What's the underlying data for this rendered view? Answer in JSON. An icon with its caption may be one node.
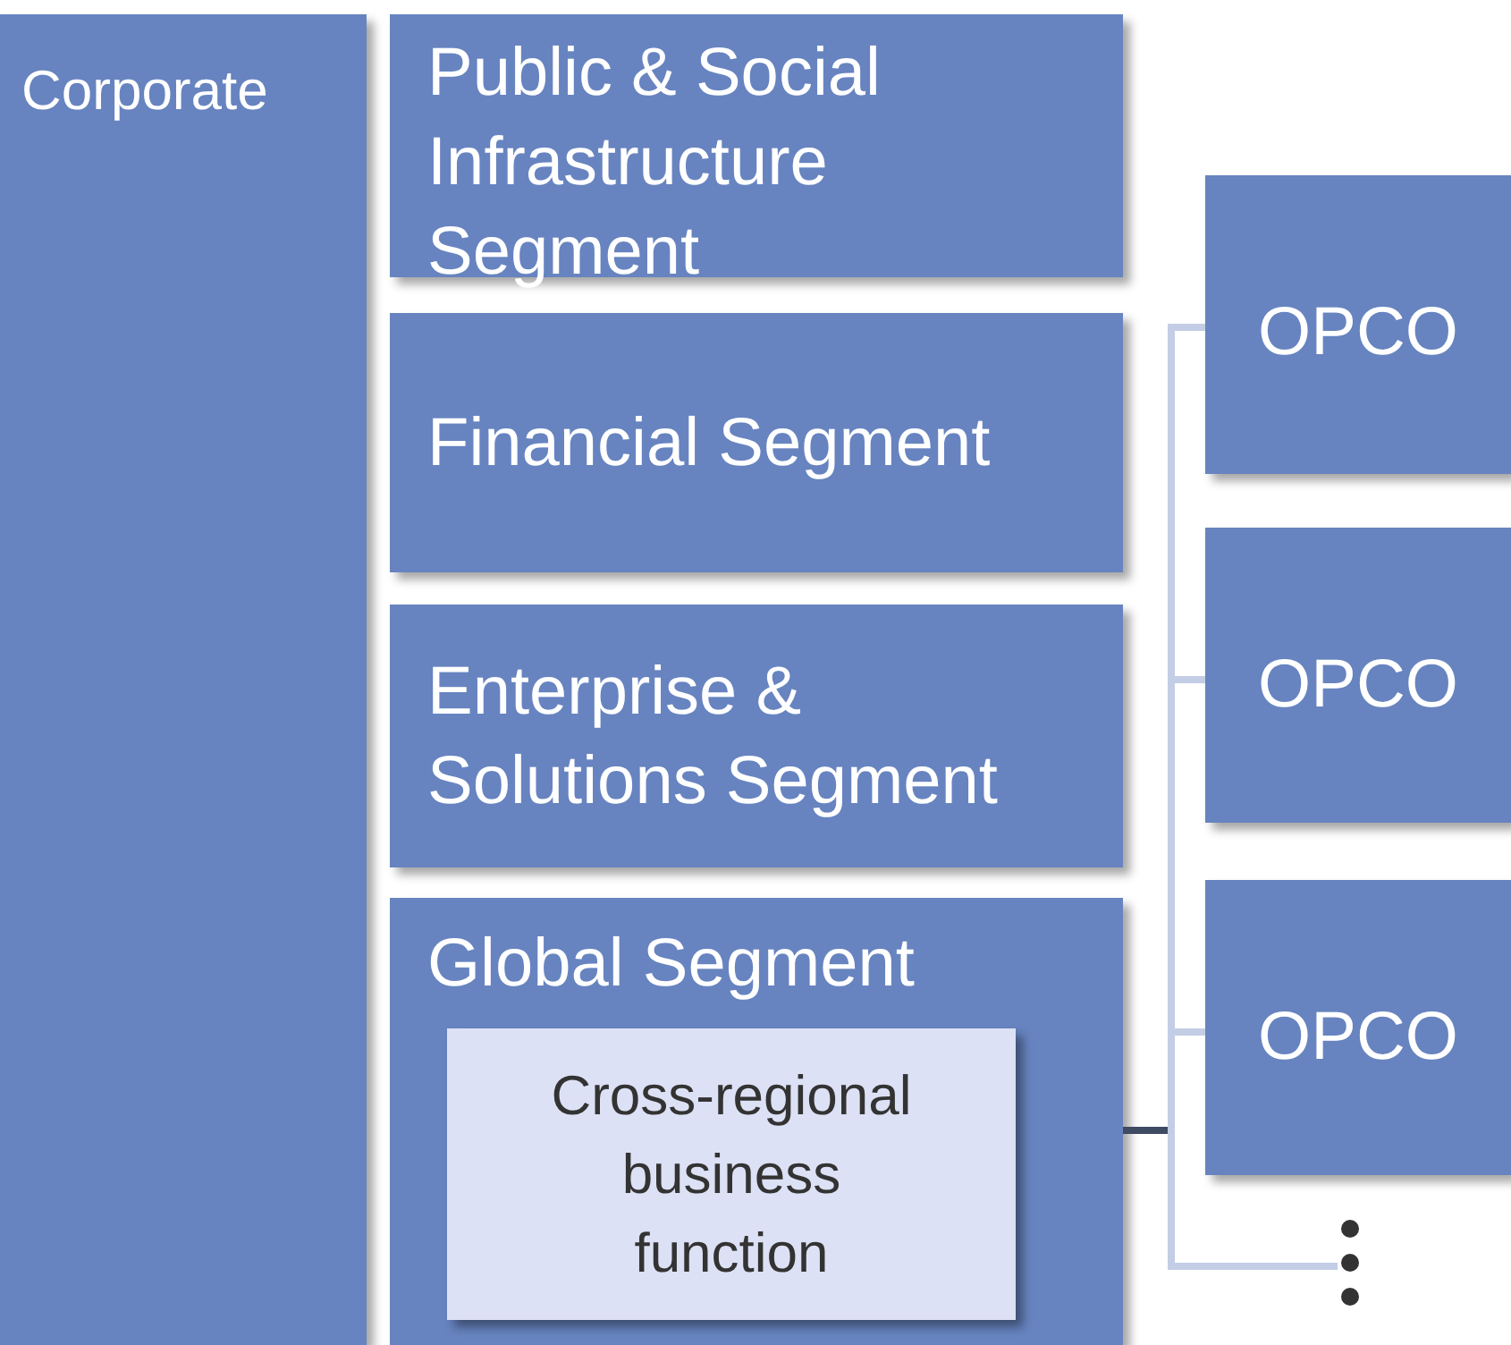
{
  "diagram": {
    "nodes": [
      {
        "text": [
          "Corporate"
        ]
      },
      {
        "text": [
          "Public & Social Infrastructure Segment"
        ]
      },
      {
        "text": [
          "Financial Segment"
        ]
      },
      {
        "text": [
          "Enterprise & Solutions Segment"
        ]
      },
      {
        "text": [
          "Global Segment"
        ]
      },
      {
        "text": [
          "Cross-regional business function"
        ],
        "in": 4
      },
      {
        "text": [
          "OPCO"
        ]
      },
      {
        "text": [
          "OPCO"
        ]
      },
      {
        "text": [
          "OPCO"
        ]
      },
      {
        "text": [],
        "shape": "dots"
      }
    ],
    "edges": [
      {
        "from": 4,
        "to": 6,
        "arrow": "none"
      },
      {
        "from": 4,
        "to": 7,
        "arrow": "none"
      },
      {
        "from": 4,
        "to": 8,
        "arrow": "none"
      },
      {
        "from": 4,
        "to": 9,
        "arrow": "none"
      }
    ]
  }
}
